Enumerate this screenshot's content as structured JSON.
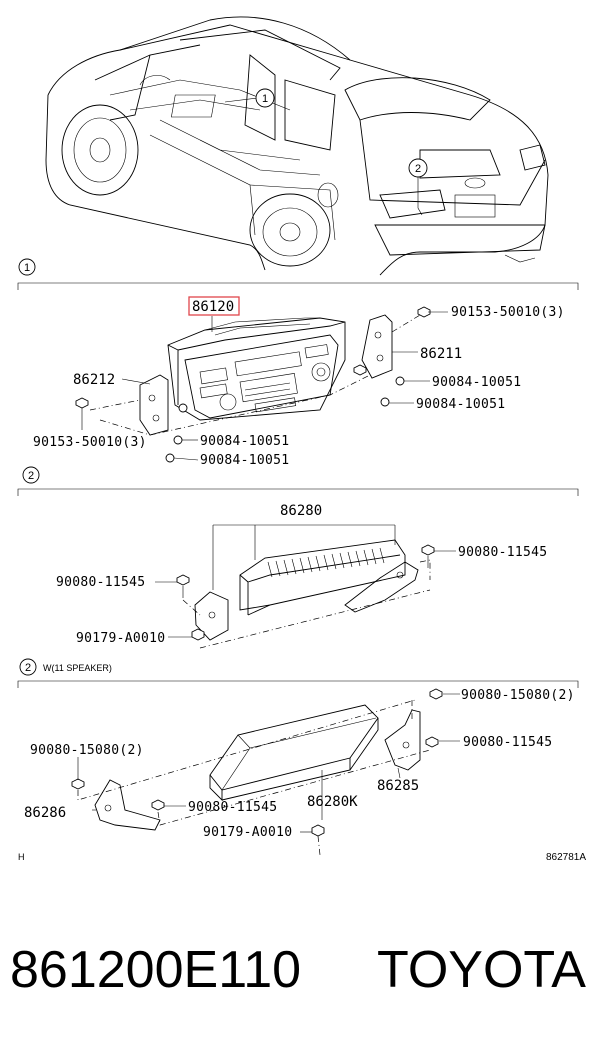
{
  "sections": {
    "s1": {
      "num": "1"
    },
    "s2": {
      "num": "2"
    },
    "s3": {
      "num": "2",
      "note": "W(11 SPEAKER)"
    }
  },
  "callouts": {
    "c1": "1",
    "c2": "2"
  },
  "parts": {
    "p86120": "86120",
    "p90153_r": "90153-50010(3)",
    "p86211": "86211",
    "p86212": "86212",
    "p90084_r1": "90084-10051",
    "p90084_r2": "90084-10051",
    "p90153_l": "90153-50010(3)",
    "p90084_l1": "90084-10051",
    "p90084_l2": "90084-10051",
    "p86280": "86280",
    "p90080_r": "90080-11545",
    "p90080_l": "90080-11545",
    "p90179_1": "90179-A0010",
    "p90080_15080_r": "90080-15080(2)",
    "p90080_11545_r2": "90080-11545",
    "p90080_15080_l": "90080-15080(2)",
    "p86285": "86285",
    "p86286": "86286",
    "p90080_11545_m": "90080-11545",
    "p86280K": "86280K",
    "p90179_2": "90179-A0010"
  },
  "corner_mark": "H",
  "diagram_code": "862781A",
  "footer": {
    "part_number": "861200E110",
    "brand": "TOYOTA"
  },
  "colors": {
    "highlight": "#e0464b",
    "line": "#000000",
    "background": "#ffffff"
  }
}
